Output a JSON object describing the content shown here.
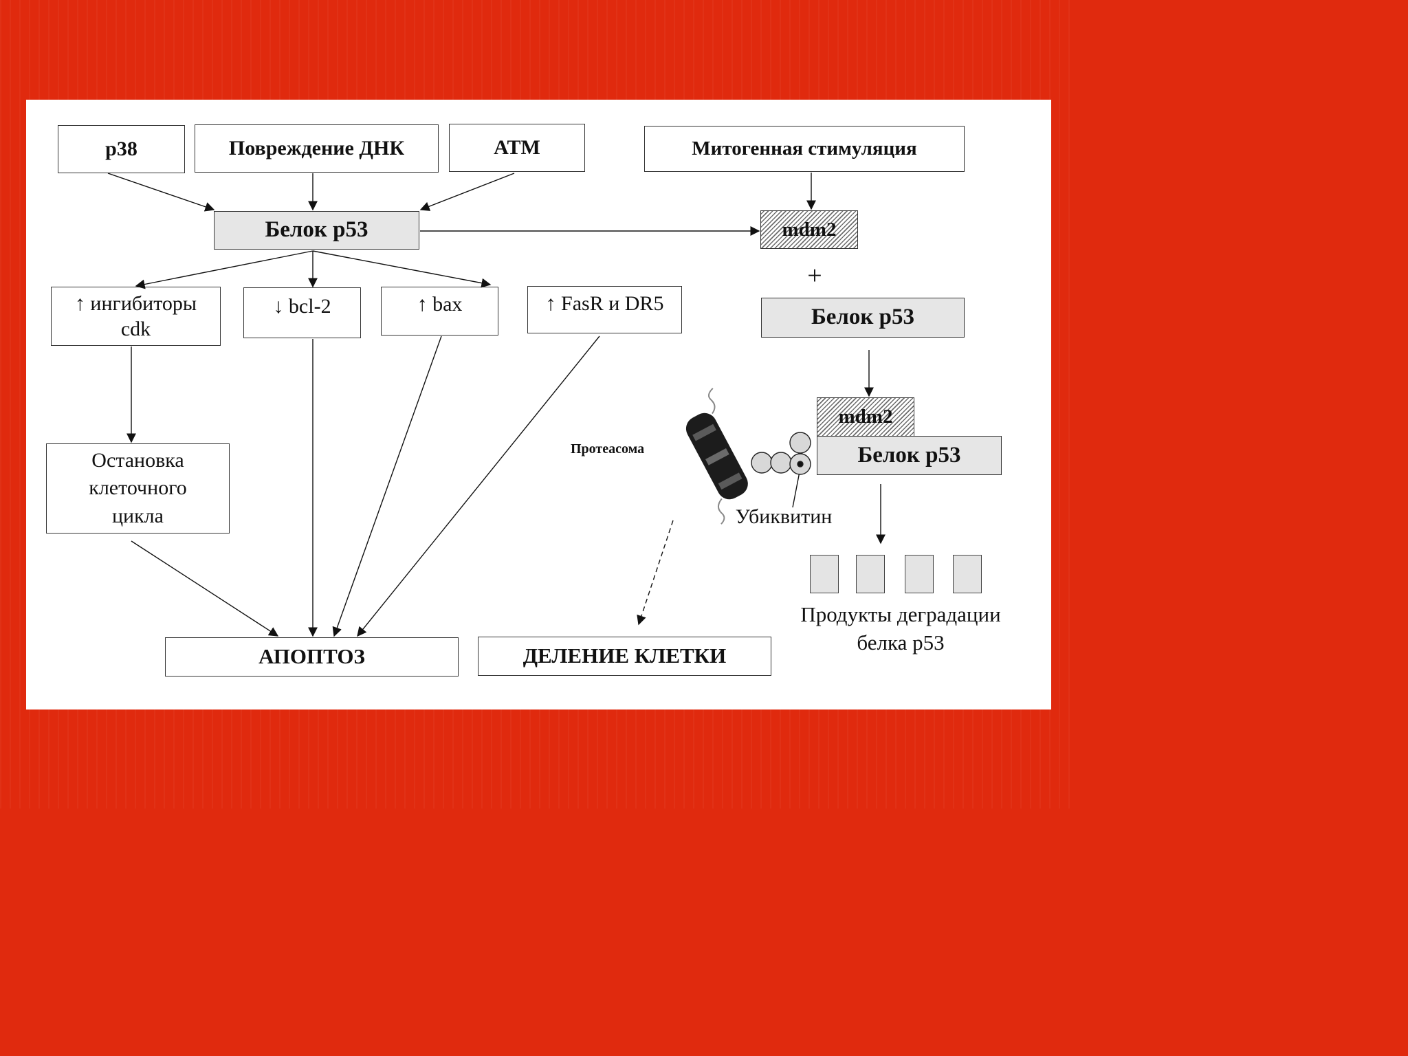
{
  "inputs": {
    "p38": "p38",
    "dna_damage": "Повреждение ДНК",
    "atm": "ATM",
    "mitogenic": "Митогенная стимуляция"
  },
  "p53_main": "Белок p53",
  "mdm2_top": "mdm2",
  "plus": "+",
  "p53_right": "Белок p53",
  "effects": {
    "cdk_inhibitors": [
      "↑ ингибиторы",
      "cdk"
    ],
    "bcl2": "↓ bcl-2",
    "bax": "↑ bax",
    "fasr": "↑ FasR и DR5"
  },
  "cell_cycle_arrest": [
    "Остановка",
    "клеточного",
    "цикла"
  ],
  "apoptosis": "АПОПТОЗ",
  "cell_division": "ДЕЛЕНИЕ КЛЕТКИ",
  "complex": {
    "mdm2": "mdm2",
    "p53": "Белок p53"
  },
  "proteasome_label": "Протеасома",
  "ubiquitin_label": "Убиквитин",
  "degradation_label": [
    "Продукты деградации",
    "белка p53"
  ],
  "colors": {
    "frame": "#e02a0e",
    "panel": "#ffffff",
    "protein_fill": "#e6e6e6"
  }
}
